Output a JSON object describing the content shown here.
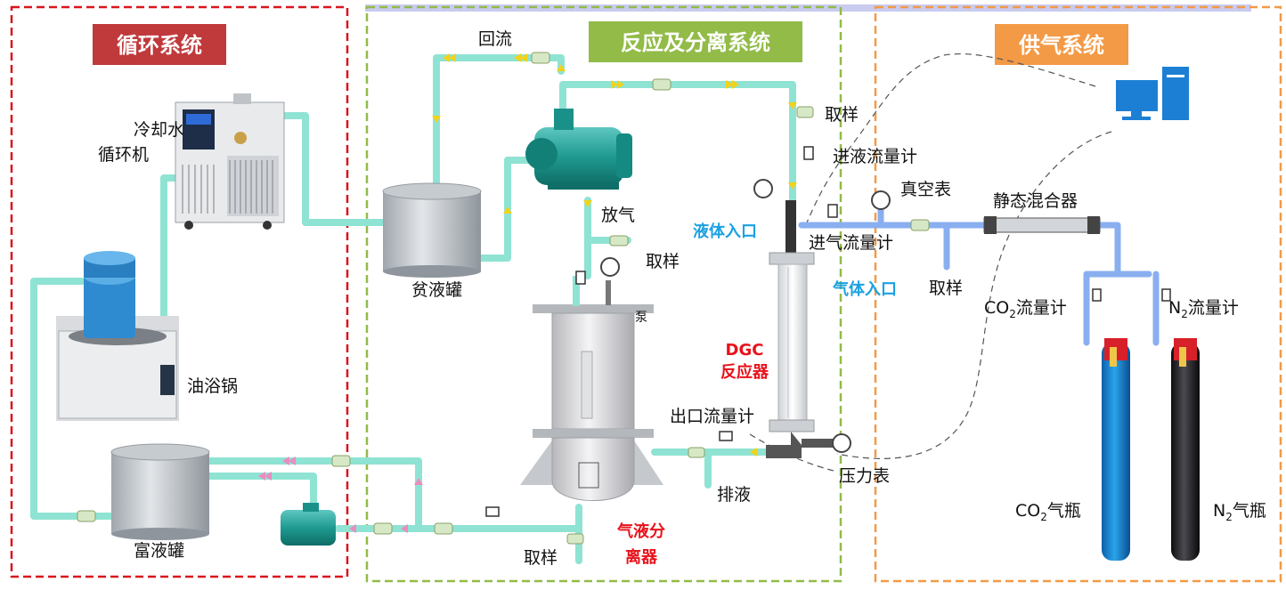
{
  "sections": {
    "circulation": {
      "title": "循环系统",
      "color": "#c0393b",
      "border": "#d9141d"
    },
    "reaction": {
      "title": "反应及分离系统",
      "color": "#92bb48",
      "border": "#92bb48"
    },
    "gas": {
      "title": "供气系统",
      "color": "#f39a47",
      "border": "#f39a47"
    }
  },
  "labels": {
    "cooling1": "冷却水",
    "cooling2": "循环机",
    "oil_bath": "油浴锅",
    "rich_tank": "富液罐",
    "lean_tank": "贫液罐",
    "reflux": "回流",
    "sample_top": "取样",
    "inlet_flowmeter": "进液流量计",
    "vent": "放气",
    "sample_vent": "取样",
    "pump": "泵",
    "liquid_inlet": "液体入口",
    "gas_inlet": "气体入口",
    "dgc1": "DGC",
    "dgc2": "反应器",
    "vacuum_gauge": "真空表",
    "static_mixer": "静态混合器",
    "gas_flowmeter": "进气流量计",
    "sample_gas": "取样",
    "co2_flow_a": "CO",
    "co2_flow_sub": "2",
    "co2_flow_b": "流量计",
    "n2_flow_a": "N",
    "n2_flow_sub": "2",
    "n2_flow_b": "流量计",
    "outlet_flowmeter": "出口流量计",
    "drain": "排液",
    "pressure_gauge": "压力表",
    "sample_bottom": "取样",
    "separator1": "气液分",
    "separator2": "离器",
    "co2_bottle_a": "CO",
    "co2_bottle_sub": "2",
    "co2_bottle_b": "气瓶",
    "n2_bottle_a": "N",
    "n2_bottle_sub": "2",
    "n2_bottle_b": "气瓶"
  },
  "colors": {
    "liquid_pipe": "#8fe3d3",
    "gas_pipe": "#8aaff0",
    "arrow_liquid": "#f2d21b",
    "arrow_rich": "#e98dc0"
  }
}
